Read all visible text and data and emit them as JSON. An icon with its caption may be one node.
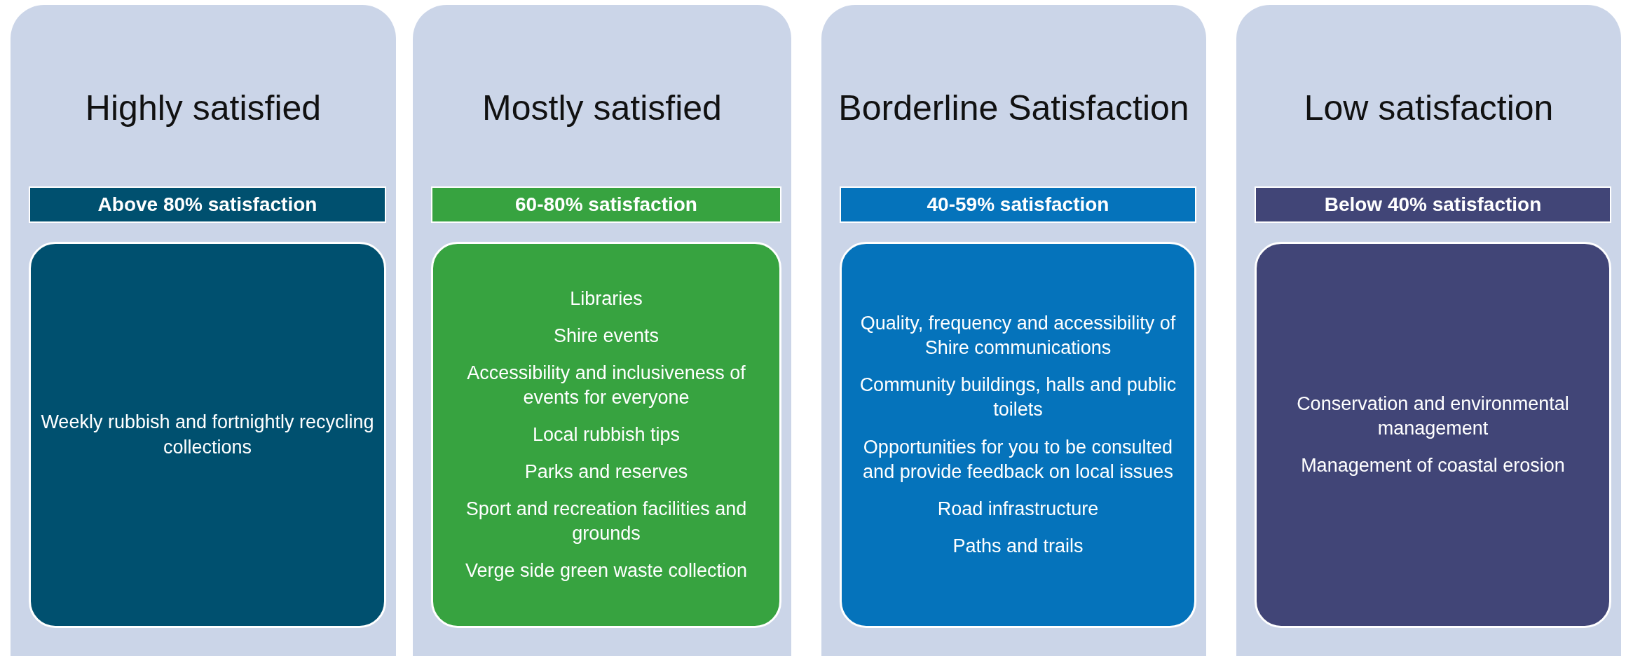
{
  "diagram": {
    "nodes": [
      {
        "text": [
          "Highly satisfied"
        ]
      },
      {
        "text": [
          "Above 80% satisfaction"
        ],
        "in": 0
      },
      {
        "text": [
          "Weekly rubbish and fortnightly recycling collections"
        ],
        "in": 0
      },
      {
        "text": [
          "Mostly satisfied"
        ]
      },
      {
        "text": [
          "60-80% satisfaction"
        ],
        "in": 3
      },
      {
        "text": [
          "Libraries",
          "Shire events",
          "Accessibility and inclusiveness of events for everyone",
          "Local rubbish tips",
          "Parks and reserves",
          "Sport and recreation facilities and grounds",
          "Verge side green waste collection"
        ],
        "in": 3
      },
      {
        "text": [
          "Borderline Satisfaction"
        ]
      },
      {
        "text": [
          "40-59% satisfaction"
        ],
        "in": 6
      },
      {
        "text": [
          "Quality, frequency and accessibility of Shire communications",
          "Community buildings, halls and public toilets",
          "Opportunities for you to be consulted and provide feedback on local issues",
          "Road infrastructure",
          "Paths and trails"
        ],
        "in": 6
      },
      {
        "text": [
          "Low satisfaction"
        ]
      },
      {
        "text": [
          "Below 40% satisfaction"
        ],
        "in": 9
      },
      {
        "text": [
          "Conservation and environmental management",
          "Management of coastal erosion"
        ],
        "in": 9
      }
    ]
  }
}
